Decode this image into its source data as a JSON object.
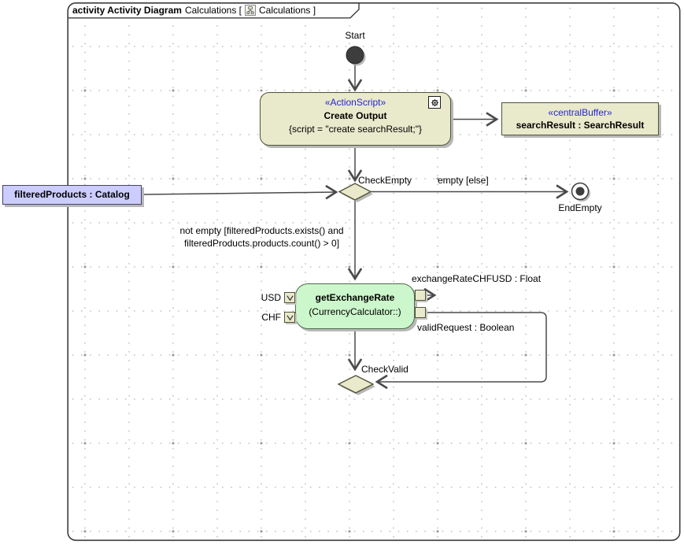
{
  "frame": {
    "title_bold": "activity Activity Diagram",
    "title_name": "Calculations [",
    "title_ref": "Calculations ]"
  },
  "nodes": {
    "start": {
      "label": "Start"
    },
    "create_output": {
      "stereotype": "«ActionScript»",
      "name": "Create Output",
      "body": "{script = \"create searchResult;\"}"
    },
    "central_buffer": {
      "stereotype": "«centralBuffer»",
      "name": "searchResult : SearchResult"
    },
    "filtered_products": {
      "name": "filteredProducts : Catalog"
    },
    "check_empty": {
      "label": "CheckEmpty"
    },
    "end_empty": {
      "label": "EndEmpty"
    },
    "get_exchange_rate": {
      "name": "getExchangeRate",
      "behavior": "(CurrencyCalculator::)",
      "pin_usd": "USD",
      "pin_chf": "CHF",
      "pin_out_top": "exchangeRateCHFUSD : Float",
      "pin_out_bottom": "validRequest : Boolean"
    },
    "check_valid": {
      "label": "CheckValid"
    }
  },
  "edges": {
    "empty_guard": "empty [else]",
    "not_empty_guard_line1": "not empty [filteredProducts.exists() and",
    "not_empty_guard_line2": "filteredProducts.products.count() > 0]"
  },
  "colors": {
    "node_fill": "#e9e9cc",
    "node_border": "#52523a",
    "green_fill": "#ccf6cb",
    "object_fill": "#ccccfe",
    "stereotype_blue": "#2525d0",
    "edge": "#4a4a4a",
    "shadow": "#b8b8b8"
  }
}
